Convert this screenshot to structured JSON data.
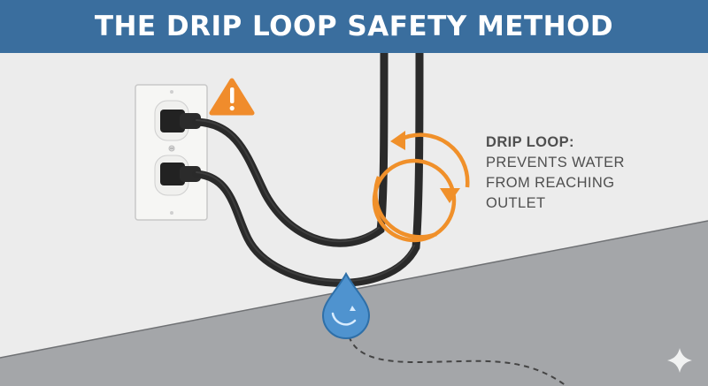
{
  "header": {
    "title": "THE DRIP LOOP SAFETY METHOD"
  },
  "callout": {
    "heading": "DRIP LOOP:",
    "lines": [
      "PREVENTS WATER",
      "FROM REACHING",
      "OUTLET"
    ]
  },
  "colors": {
    "title_bar": "#3a6e9e",
    "warning_orange": "#f08c2c",
    "loop_orange": "#f0902a",
    "cord": "#2a2a2a",
    "water_drop": "#4f93cf",
    "floor": "#a4a6a9",
    "wall": "#ececec",
    "outlet_plate": "#f6f6f4"
  },
  "icons": {
    "warning": "warning-triangle-icon",
    "water": "water-drop-icon",
    "loop": "circular-arrow-icon",
    "sparkle": "sparkle-icon"
  }
}
